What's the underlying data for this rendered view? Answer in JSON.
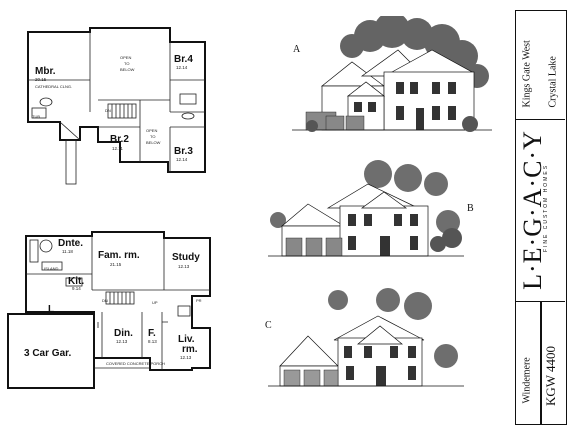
{
  "elevations": {
    "a_label": "A",
    "b_label": "B",
    "c_label": "C"
  },
  "upper_floor": {
    "master": {
      "name": "Mbr.",
      "size": "20.15",
      "note": "CATHEDRAL CLNG."
    },
    "open_top": {
      "line1": "OPEN",
      "line2": "TO",
      "line3": "BELOW"
    },
    "open_mid": {
      "line1": "OPEN",
      "line2": "TO",
      "line3": "BELOW"
    },
    "br4": {
      "name": "Br.4",
      "size": "12.14"
    },
    "br2": {
      "name": "Br.2",
      "size": "12.11"
    },
    "br3": {
      "name": "Br.3",
      "size": "12.14"
    },
    "tub": "TUB",
    "dn": "DN"
  },
  "main_floor": {
    "dinette": {
      "name": "Dnte.",
      "size": "11.18"
    },
    "family": {
      "name": "Fam. rm.",
      "size": "21.15"
    },
    "study": {
      "name": "Study",
      "size": "12.13"
    },
    "kitchen": {
      "name": "Kit.",
      "size": "9.14"
    },
    "island": "ISLAND",
    "garage": {
      "name": "3 Car Gar."
    },
    "dining": {
      "name": "Din.",
      "size": "12.13"
    },
    "foyer": {
      "name": "F.",
      "size": "8.13"
    },
    "living": {
      "name": "Liv.",
      "line2": "rm.",
      "size": "12.13"
    },
    "porch": "COVERED CONCRETE PORCH",
    "dn": "DN",
    "up": "UP",
    "l": "L",
    "pr": "PR"
  },
  "sidebar": {
    "community": "Kings Gate West",
    "city": "Crystal Lake",
    "logo": "L·E·G·A·C·Y",
    "tagline": "FINE CUSTOM HOMES",
    "model": "Windemere",
    "code": "KGW 4400"
  }
}
